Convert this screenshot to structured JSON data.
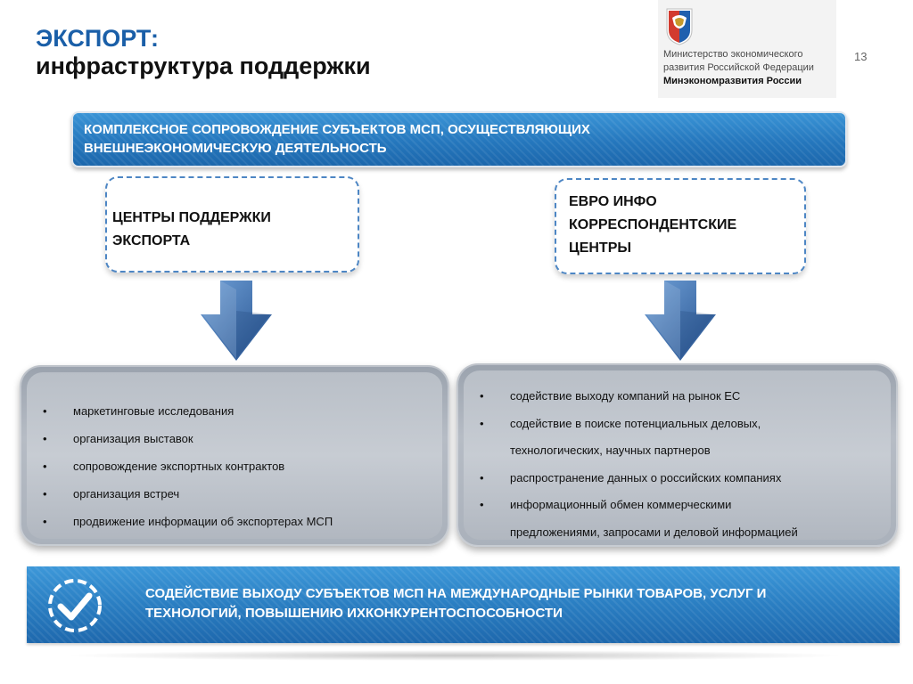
{
  "header": {
    "title_line1": "ЭКСПОРТ:",
    "title_line2": "инфраструктура поддержки",
    "page_number": "13"
  },
  "ministry": {
    "line1": "Министерство экономического",
    "line2": "развития Российской Федерации",
    "line3": "Минэкономразвития России",
    "emblem": "double-headed-eagle-emblem"
  },
  "top_banner": {
    "line1": "КОМПЛЕКСНОЕ СОПРОВОЖДЕНИЕ СУБЪЕКТОВ МСП, ОСУЩЕСТВЛЯЮЩИХ",
    "line2": "ВНЕШНЕЭКОНОМИЧЕСКУЮ ДЕЯТЕЛЬНОСТЬ"
  },
  "left_box": {
    "line1": "ЦЕНТРЫ ПОДДЕРЖКИ",
    "line2": "ЭКСПОРТА"
  },
  "right_box": {
    "line1": "ЕВРО ИНФО",
    "line2": "КОРРЕСПОНДЕНТСКИЕ",
    "line3": "ЦЕНТРЫ"
  },
  "left_list": [
    "маркетинговые исследования",
    "организация выставок",
    "сопровождение экспортных контрактов",
    "организация встреч",
    "продвижение информации об экспортерах МСП"
  ],
  "right_list": {
    "item1": "содействие выходу компаний на рынок ЕС",
    "item2_line1": "содействие в поиске потенциальных деловых,",
    "item2_line2": "технологических, научных партнеров",
    "item3": "распространение данных о российских компаниях",
    "item4_line1": "информационный обмен коммерческими",
    "item4_line2": "предложениями, запросами и деловой информацией"
  },
  "bottom_banner": {
    "line1": "СОДЕЙСТВИЕ ВЫХОДУ СУБЪЕКТОВ МСП НА МЕЖДУНАРОДНЫЕ РЫНКИ ТОВАРОВ, УСЛУГ И",
    "line2": "ТЕХНОЛОГИЙ, ПОВЫШЕНИЮ ИХКОНКУРЕНТОСПОСОБНОСТИ",
    "icon": "checkmark-icon"
  },
  "colors": {
    "title_blue": "#1a5fa8",
    "banner_blue": "#2577bd",
    "dash_border": "#4d86c4",
    "arrow_blue": "#3a6fb0",
    "panel_grey": "#b6bcc5"
  }
}
